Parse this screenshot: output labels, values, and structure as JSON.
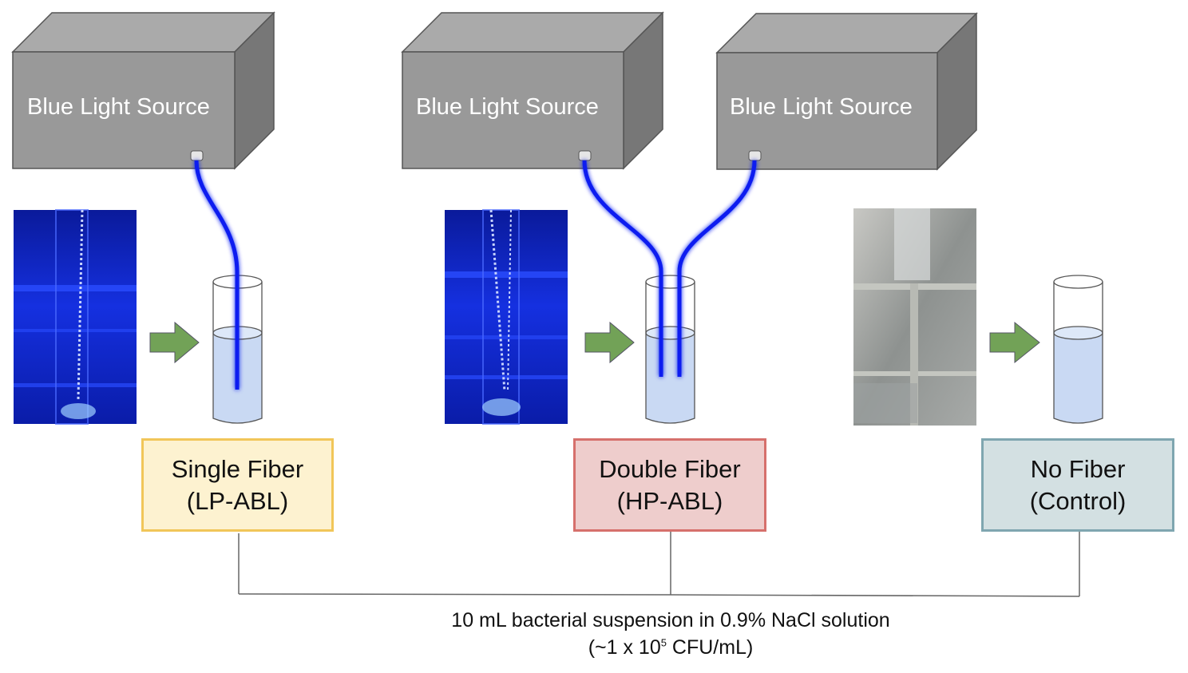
{
  "diagram": {
    "light_sources": [
      {
        "label": "Blue Light Source"
      },
      {
        "label": "Blue Light Source"
      },
      {
        "label": "Blue Light Source"
      }
    ],
    "groups": [
      {
        "title": "Single Fiber",
        "subtitle": "(LP-ABL)",
        "fibers": 1,
        "fill": "#fdf2d0",
        "border": "#f1c659",
        "photo": "blue-illuminated tube in rack"
      },
      {
        "title": "Double Fiber",
        "subtitle": "(HP-ABL)",
        "fibers": 2,
        "fill": "#eecdcc",
        "border": "#d6706c",
        "photo": "blue-illuminated tube in rack"
      },
      {
        "title": "No Fiber",
        "subtitle": "(Control)",
        "fibers": 0,
        "fill": "#d3e0e2",
        "border": "#7fa6b0",
        "photo": "tube in rack under ambient light"
      }
    ],
    "caption": {
      "line1": "10 mL bacterial suspension in 0.9% NaCl solution",
      "line2_prefix": "(~1 x 10",
      "line2_sup": "5",
      "line2_suffix": " CFU/mL)"
    },
    "colors": {
      "box_front": "#999999",
      "box_top": "#aaaaaa",
      "box_side": "#777777",
      "fiber": "#0a1ef0",
      "liquid": "#c9d9f3",
      "arrow": "#72a257"
    }
  }
}
